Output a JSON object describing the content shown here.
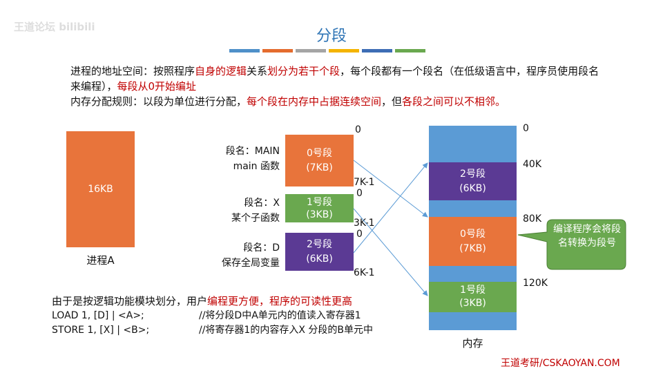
{
  "watermark": "王道论坛 bilibili",
  "title": "分段",
  "bar_colors": [
    "#4f90c9",
    "#e46c2e",
    "#a5a5a5",
    "#f4b400",
    "#3d6db5",
    "#6aa84f"
  ],
  "intro": {
    "p1a": "进程的地址空间：按照程序",
    "p1b": "自身的逻辑",
    "p1c": "关系",
    "p1d": "划分为若干个段",
    "p1e": "，每个段都有一个段名（在低级语言中，程序员使用段名来编程），",
    "p1f": "每段从0开始编址",
    "p2a": "内存分配规则：以段为单位进行分配，",
    "p2b": "每个段在内存中占据连续空间",
    "p2c": "，但",
    "p2d": "各段之间可以不相邻。"
  },
  "process": {
    "size": "16KB",
    "label": "进程A"
  },
  "segments": [
    {
      "name_label": "段名：MAIN",
      "desc": "main 函数",
      "title": "0号段",
      "size": "(7KB)",
      "start": "0",
      "end": "7K-1"
    },
    {
      "name_label": "段名：X",
      "desc": "某个子函数",
      "title": "1号段",
      "size": "(3KB)",
      "start": "0",
      "end": "3K-1"
    },
    {
      "name_label": "段名：D",
      "desc": "保存全局变量",
      "title": "2号段",
      "size": "(6KB)",
      "start": "0",
      "end": "6K-1"
    }
  ],
  "memory": {
    "label": "内存",
    "addresses": [
      "0",
      "40K",
      "80K",
      "120K"
    ],
    "blocks": [
      {
        "title": "2号段",
        "size": "(6KB)"
      },
      {
        "title": "0号段",
        "size": "(7KB)"
      },
      {
        "title": "1号段",
        "size": "(3KB)"
      }
    ]
  },
  "callout": "编译程序会将段名转换为段号",
  "bottom": {
    "line1a": "由于是按逻辑功能模块划分，用户",
    "line1b": "编程更方便，程序的可读性更高",
    "code": [
      {
        "instr": "LOAD 1, [D] | <A>;",
        "comment": "//将分段D中A单元内的值读入寄存器1"
      },
      {
        "instr": "STORE 1, [X] | <B>;",
        "comment": "//将寄存器1的内容存入X 分段的B单元中"
      }
    ]
  },
  "footer": "王道考研/CSKAOYAN.COM"
}
